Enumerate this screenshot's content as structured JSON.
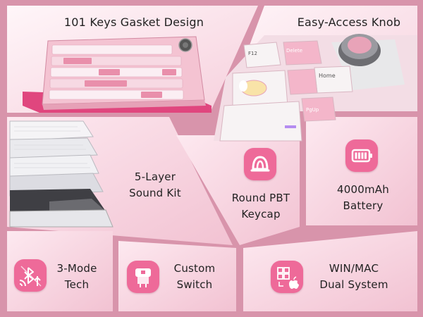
{
  "panels": {
    "gasket": {
      "title": "101 Keys Gasket Design"
    },
    "knob": {
      "title": "Easy-Access Knob",
      "keycaps": [
        "F12",
        "Delete",
        "Home",
        "PgUp"
      ]
    },
    "sound": {
      "line1": "5-Layer",
      "line2": "Sound Kit"
    },
    "pbt": {
      "line1": "Round PBT",
      "line2": "Keycap",
      "icon": "keycap-icon"
    },
    "battery": {
      "line1": "4000mAh",
      "line2": "Battery",
      "icon": "battery-icon"
    },
    "mode": {
      "line1": "3-Mode",
      "line2": "Tech",
      "icon": "wireless-bluetooth-usb-icon"
    },
    "switch": {
      "line1": "Custom",
      "line2": "Switch",
      "icon": "switch-icon"
    },
    "os": {
      "line1": "WIN/MAC",
      "line2": "Dual System",
      "icon": "windows-apple-icon"
    }
  },
  "colors": {
    "accent": "#ee6a99",
    "divider": "#c98aa0",
    "keyboard_pink": "#f2a9c0",
    "mat_pink": "#e0467e"
  }
}
